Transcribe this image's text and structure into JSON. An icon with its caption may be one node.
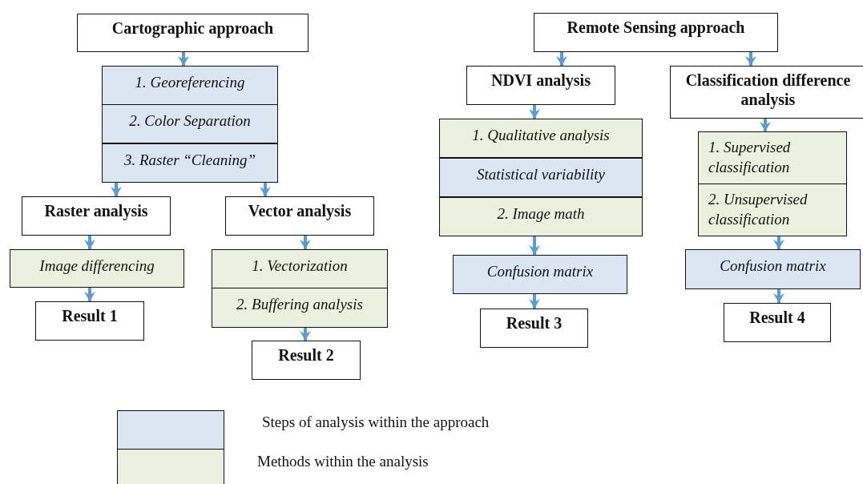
{
  "diagram": {
    "nodes": [
      {
        "text": [
          "Cartographic approach"
        ]
      },
      {
        "text": [
          "1. Georeferencing"
        ]
      },
      {
        "text": [
          "2. Color Separation"
        ]
      },
      {
        "text": [
          "3. Raster “Cleaning”"
        ]
      },
      {
        "text": [
          "Raster analysis"
        ]
      },
      {
        "text": [
          "Vector analysis"
        ]
      },
      {
        "text": [
          "Image differencing"
        ]
      },
      {
        "text": [
          "1. Vectorization"
        ]
      },
      {
        "text": [
          "2. Buffering analysis"
        ]
      },
      {
        "text": [
          "Result 1"
        ]
      },
      {
        "text": [
          "Result 2"
        ]
      },
      {
        "text": [
          "Remote Sensing approach"
        ]
      },
      {
        "text": [
          "NDVI analysis"
        ]
      },
      {
        "text": [
          "Classification difference analysis"
        ]
      },
      {
        "text": [
          "1. Qualitative analysis"
        ]
      },
      {
        "text": [
          "Statistical variability"
        ]
      },
      {
        "text": [
          "2.  Image math"
        ]
      },
      {
        "text": [
          "1. Supervised classification"
        ]
      },
      {
        "text": [
          "2. Unsupervised classification"
        ]
      },
      {
        "text": [
          "Confusion matrix"
        ]
      },
      {
        "text": [
          "Confusion matrix"
        ]
      },
      {
        "text": [
          "Result 3"
        ]
      },
      {
        "text": [
          "Result 4"
        ]
      }
    ],
    "edges": [
      {
        "from": 0,
        "to": 1,
        "arrow": "to"
      },
      {
        "from": 3,
        "to": 4,
        "arrow": "to"
      },
      {
        "from": 3,
        "to": 5,
        "arrow": "to"
      },
      {
        "from": 4,
        "to": 6,
        "arrow": "to"
      },
      {
        "from": 6,
        "to": 9,
        "arrow": "to"
      },
      {
        "from": 5,
        "to": 7,
        "arrow": "to"
      },
      {
        "from": 8,
        "to": 10,
        "arrow": "to"
      },
      {
        "from": 11,
        "to": 12,
        "arrow": "to"
      },
      {
        "from": 11,
        "to": 13,
        "arrow": "to"
      },
      {
        "from": 12,
        "to": 14,
        "arrow": "to"
      },
      {
        "from": 16,
        "to": 19,
        "arrow": "to"
      },
      {
        "from": 19,
        "to": 21,
        "arrow": "to"
      },
      {
        "from": 13,
        "to": 17,
        "arrow": "to"
      },
      {
        "from": 18,
        "to": 20,
        "arrow": "to"
      },
      {
        "from": 20,
        "to": 22,
        "arrow": "to"
      }
    ],
    "legend": [
      {
        "text": "Steps of analysis within the approach",
        "color": "#dce6f2"
      },
      {
        "text": "Methods within the analysis",
        "color": "#ebf1de"
      }
    ]
  }
}
